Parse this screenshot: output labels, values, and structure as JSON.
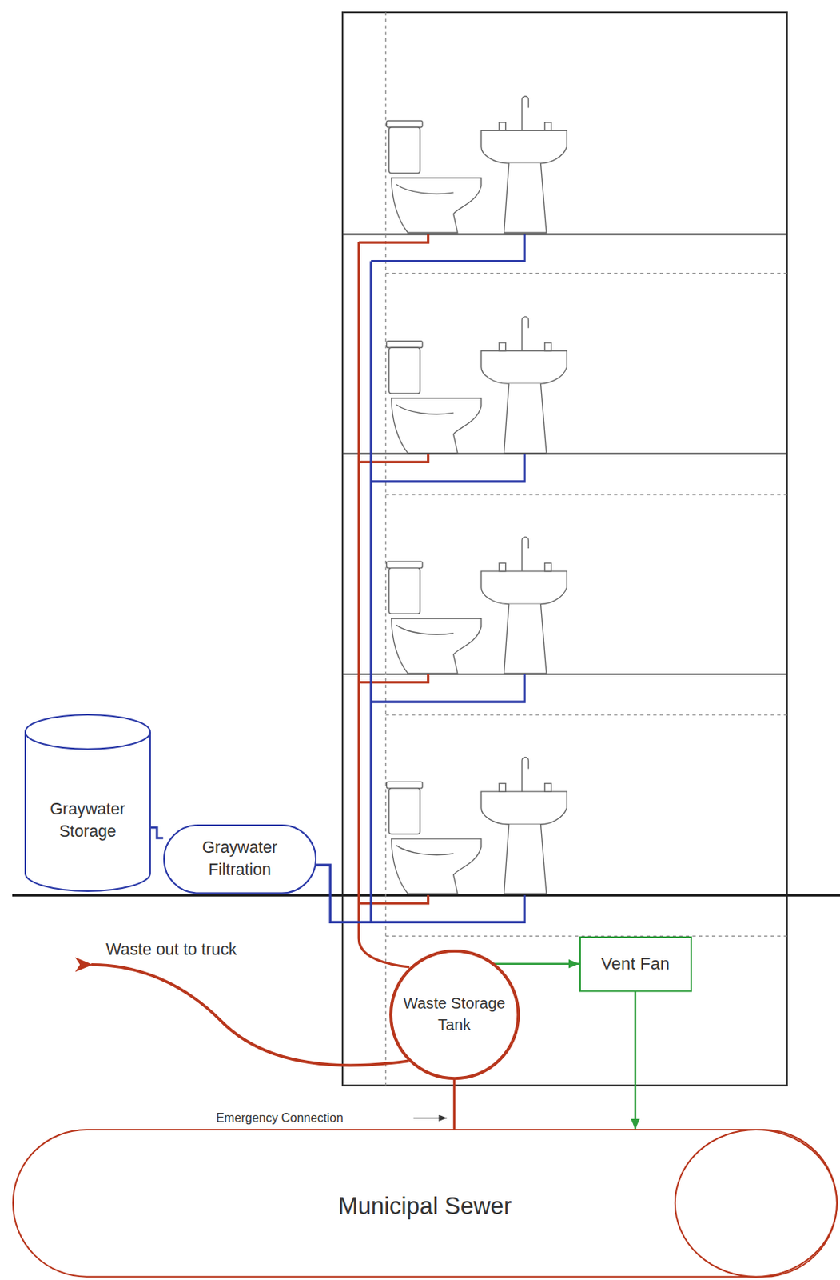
{
  "diagram": {
    "nodes": [
      {
        "text": [
          "Graywater Storage"
        ]
      },
      {
        "text": [
          "Graywater Filtration"
        ]
      },
      {
        "text": [
          "Waste Storage Tank"
        ]
      },
      {
        "text": [
          "Vent Fan"
        ]
      },
      {
        "text": [
          "Municipal Sewer"
        ]
      }
    ],
    "edges": [
      {
        "from": 1,
        "to": 0,
        "arrow": "none"
      },
      {
        "from": 2,
        "to": 3,
        "arrow": "to"
      },
      {
        "from": 3,
        "to": 4,
        "arrow": "to"
      },
      {
        "from": 2,
        "to": 4,
        "arrow": "none"
      }
    ],
    "labels": [
      "Waste out to truck",
      "Emergency Connection"
    ]
  }
}
